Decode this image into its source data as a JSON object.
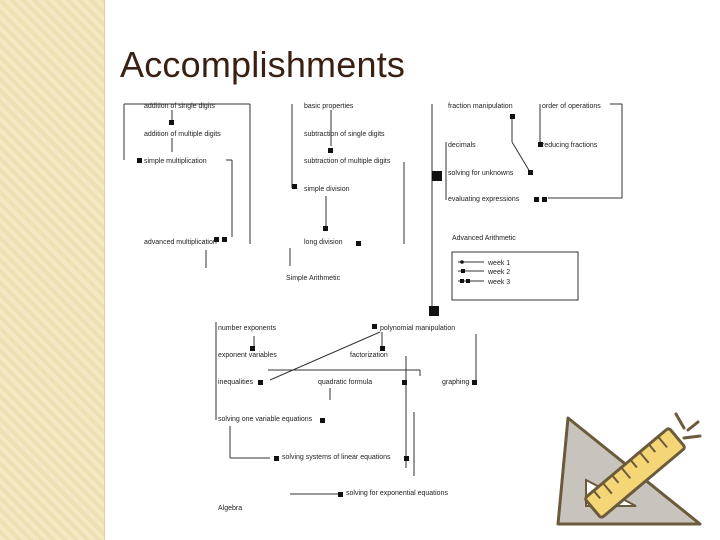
{
  "slide": {
    "title": "Accomplishments"
  },
  "diagram": {
    "section_a": {
      "nodes": [
        "addition of single digits",
        "addition of multiple digits",
        "simple multiplication",
        "advanced multiplication",
        "basic properties",
        "subtraction of single digits",
        "subtraction of multiple digits",
        "simple division",
        "long division",
        "Simple Arithmetic"
      ]
    },
    "section_b": {
      "nodes": [
        "fraction manipulation",
        "order of operations",
        "decimals",
        "reducing fractions",
        "solving for unknowns",
        "evaluating expressions",
        "Advanced Arithmetic"
      ],
      "legend": [
        "week 1",
        "week 2",
        "week 3"
      ]
    },
    "section_c": {
      "nodes": [
        "number exponents",
        "polynomial manipulation",
        "exponent variables",
        "factorization",
        "inequalities",
        "quadratic formula",
        "graphing",
        "solving one variable equations",
        "solving systems of linear equations",
        "solving for exponential equations",
        "Algebra"
      ]
    }
  },
  "clipart": {
    "icon": "ruler-triangle-icon"
  }
}
